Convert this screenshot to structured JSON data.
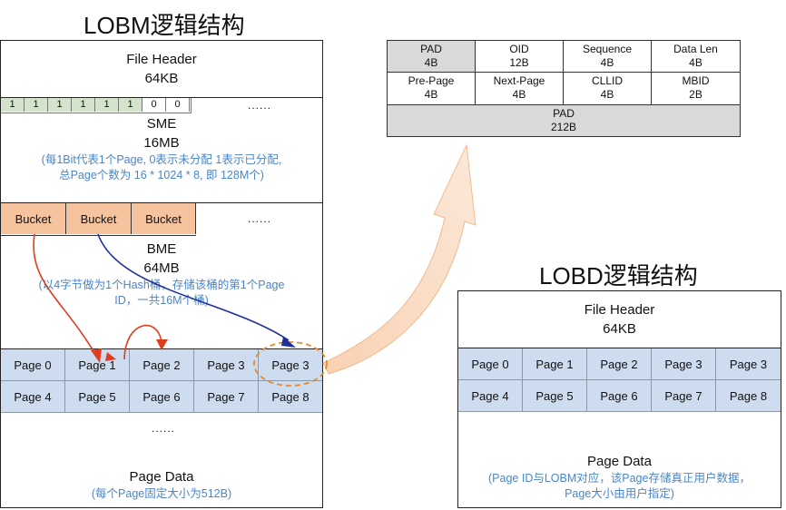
{
  "lobm": {
    "title": "LOBM逻辑结构",
    "file_header": {
      "name": "File Header",
      "size": "64KB"
    },
    "bitmap": [
      "1",
      "1",
      "1",
      "1",
      "1",
      "1",
      "0",
      "0"
    ],
    "bitmap_more": "......",
    "sme": {
      "name": "SME",
      "size": "16MB",
      "note_line1": "(每1Bit代表1个Page, 0表示未分配 1表示已分配,",
      "note_line2": "总Page个数为 16 * 1024 * 8, 即 128M个)"
    },
    "buckets": [
      "Bucket",
      "Bucket",
      "Bucket"
    ],
    "buckets_more": "......",
    "bme": {
      "name": "BME",
      "size": "64MB",
      "note_line1": "(以4字节做为1个Hash桶，存储该桶的第1个Page",
      "note_line2": "ID，一共16M个桶)"
    },
    "pages_row1": [
      "Page 0",
      "Page 1",
      "Page 2",
      "Page 3",
      "Page 3"
    ],
    "pages_row2": [
      "Page 4",
      "Page 5",
      "Page 6",
      "Page 7",
      "Page 8"
    ],
    "pages_more": "......",
    "page_data": {
      "name": "Page Data",
      "note": "(每个Page固定大小为512B)"
    }
  },
  "header_table": {
    "row1": [
      {
        "label": "PAD",
        "size": "4B"
      },
      {
        "label": "OID",
        "size": "12B"
      },
      {
        "label": "Sequence",
        "size": "4B"
      },
      {
        "label": "Data Len",
        "size": "4B"
      }
    ],
    "row2": [
      {
        "label": "Pre-Page",
        "size": "4B"
      },
      {
        "label": "Next-Page",
        "size": "4B"
      },
      {
        "label": "CLLID",
        "size": "4B"
      },
      {
        "label": "MBID",
        "size": "2B"
      }
    ],
    "row3": {
      "label": "PAD",
      "size": "212B"
    }
  },
  "lobd": {
    "title": "LOBD逻辑结构",
    "file_header": {
      "name": "File Header",
      "size": "64KB"
    },
    "pages_row1": [
      "Page 0",
      "Page 1",
      "Page 2",
      "Page 3",
      "Page 3"
    ],
    "pages_row2": [
      "Page 4",
      "Page 5",
      "Page 6",
      "Page 7",
      "Page 8"
    ],
    "page_data": {
      "name": "Page Data",
      "note_line1": "(Page ID与LOBM对应，该Page存储真正用户数据，",
      "note_line2": "Page大小由用户指定)"
    }
  },
  "colors": {
    "page_cell": "#cddcee",
    "bucket": "#f5c49e",
    "bitmap": "#d4e4cc",
    "note_blue": "#4a86c8",
    "arrow_red": "#e03c1e",
    "arrow_blue": "#1e2f9e",
    "arrow_orange": "#f4b890"
  }
}
